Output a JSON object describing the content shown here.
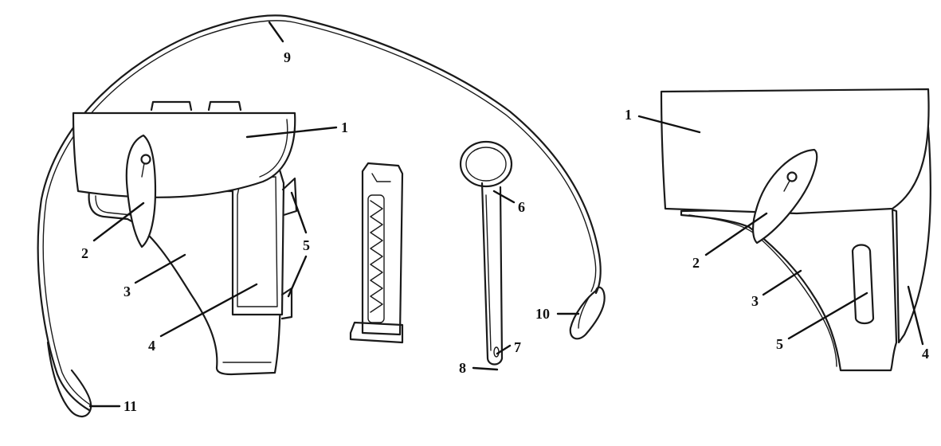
{
  "labels": {
    "left_holster": {
      "flap": "1",
      "strap_tab": "2",
      "body": "3",
      "pocket": "4",
      "belt_loops": "5"
    },
    "cleaning_rod": {
      "ring": "6",
      "eye": "7",
      "tip": "8"
    },
    "lanyard": {
      "cord": "9",
      "clip": "10",
      "loop": "11"
    },
    "right_holster": {
      "flap": "1",
      "strap_tab": "2",
      "body": "3",
      "back_panel": "4",
      "belt_slot": "5"
    }
  }
}
